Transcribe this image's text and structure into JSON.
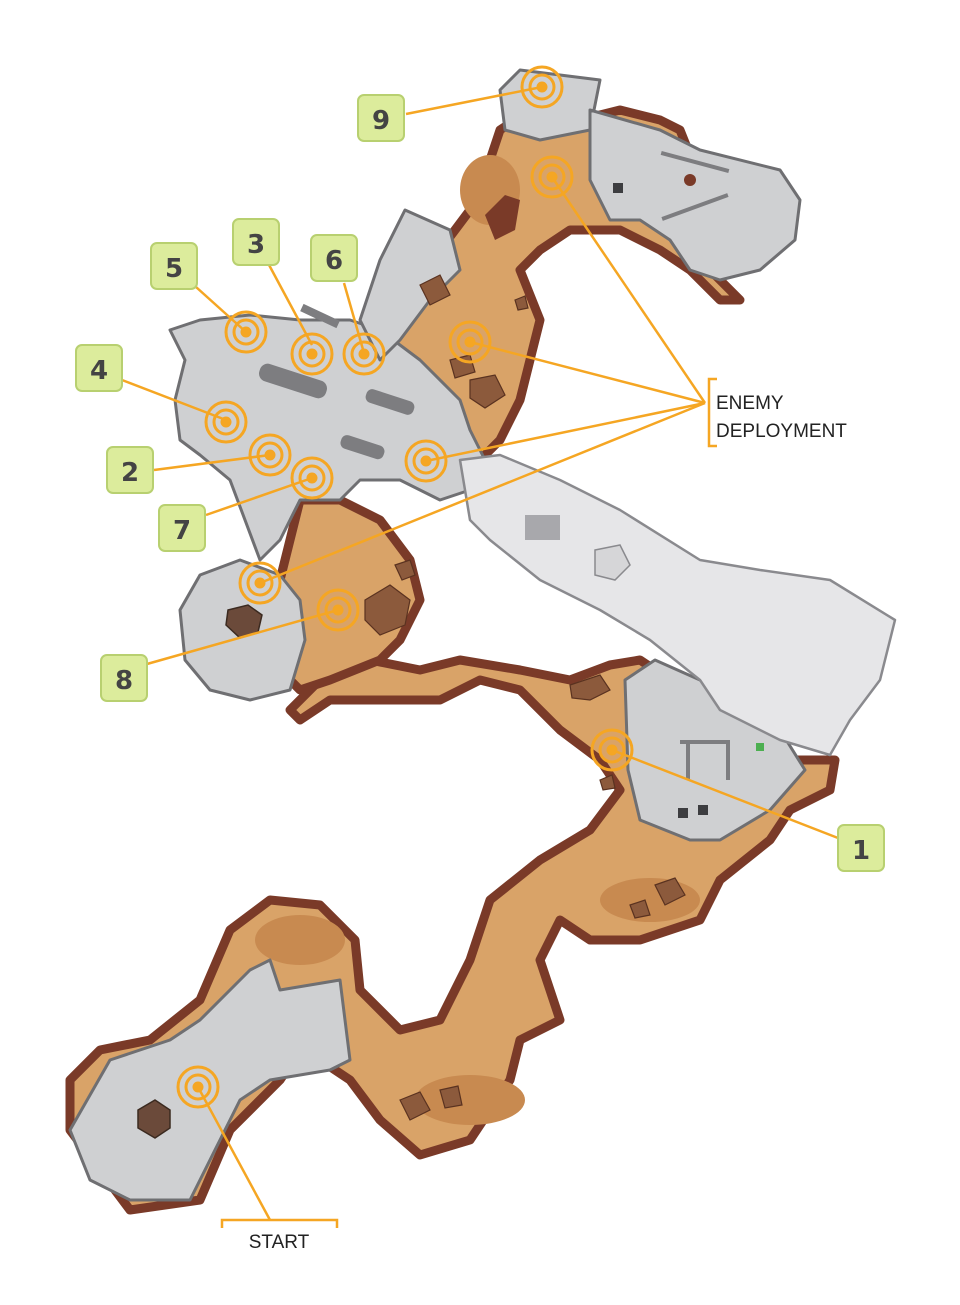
{
  "colors": {
    "rock_outline": "#7a3a28",
    "sand": "#d9a368",
    "sand_shadow": "#c88a50",
    "floor": "#cfd0d2",
    "floor_light": "#e6e6e8",
    "wall": "#6f6f72",
    "marker": "#f5a623",
    "badge_fill": "#dcec9c",
    "badge_stroke": "#b8d070",
    "badge_text": "#444444",
    "rock": "#8c5a3c"
  },
  "badges": [
    {
      "id": "1",
      "label": "1"
    },
    {
      "id": "2",
      "label": "2"
    },
    {
      "id": "3",
      "label": "3"
    },
    {
      "id": "4",
      "label": "4"
    },
    {
      "id": "5",
      "label": "5"
    },
    {
      "id": "6",
      "label": "6"
    },
    {
      "id": "7",
      "label": "7"
    },
    {
      "id": "8",
      "label": "8"
    },
    {
      "id": "9",
      "label": "9"
    }
  ],
  "legend": {
    "enemy_line1": "ENEMY",
    "enemy_line2": "DEPLOYMENT",
    "start": "START"
  }
}
